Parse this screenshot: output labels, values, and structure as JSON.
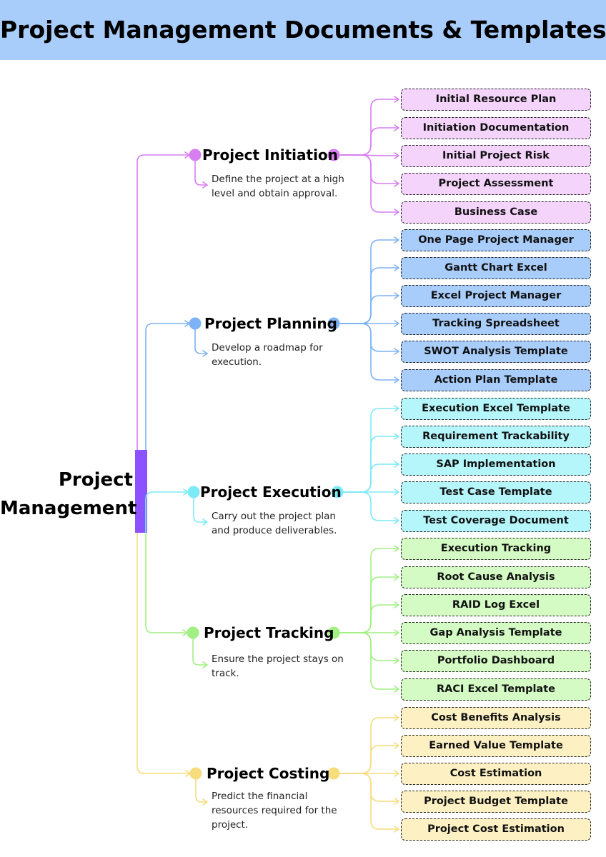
{
  "title": "Project Management Documents & Templates",
  "root": {
    "line1": "Project",
    "line2": "Management",
    "color": "#8c52ff"
  },
  "phases": [
    {
      "id": "initiation",
      "title": "Project Initiation",
      "description": "Define the project at a high level and obtain approval.",
      "color": "#d77ef0",
      "box_fill": "#f5d4fb",
      "docs": [
        "Initial Resource Plan",
        "Initiation Documentation",
        "Initial Project Risk",
        "Project Assessment",
        "Business Case"
      ]
    },
    {
      "id": "planning",
      "title": "Project Planning",
      "description": "Develop a roadmap for execution.",
      "color": "#7db2f5",
      "box_fill": "#a9cdfb",
      "docs": [
        "One Page Project Manager",
        "Gantt Chart Excel",
        "Excel Project Manager",
        "Tracking Spreadsheet",
        "SWOT Analysis Template",
        "Action Plan Template"
      ]
    },
    {
      "id": "execution",
      "title": "Project Execution",
      "description": "Carry out the project plan and produce deliverables.",
      "color": "#7ceaf7",
      "box_fill": "#b5f6fb",
      "docs": [
        "Execution Excel Template",
        "Requirement Trackability",
        "SAP Implementation",
        "Test Case Template",
        "Test Coverage Document"
      ]
    },
    {
      "id": "tracking",
      "title": "Project Tracking",
      "description": "Ensure the project stays on track.",
      "color": "#a2ef84",
      "box_fill": "#d4fbc4",
      "docs": [
        "Execution Tracking",
        "Root Cause Analysis",
        "RAID Log Excel",
        "Gap Analysis Template",
        "Portfolio Dashboard",
        "RACI Excel Template"
      ]
    },
    {
      "id": "costing",
      "title": "Project Costing",
      "description": "Predict the financial resources required for the project.",
      "color": "#f7dc7c",
      "box_fill": "#fdf1c4",
      "docs": [
        "Cost Benefits Analysis",
        "Earned Value Template",
        "Cost Estimation",
        "Project Budget Template",
        "Project Cost Estimation"
      ]
    }
  ]
}
